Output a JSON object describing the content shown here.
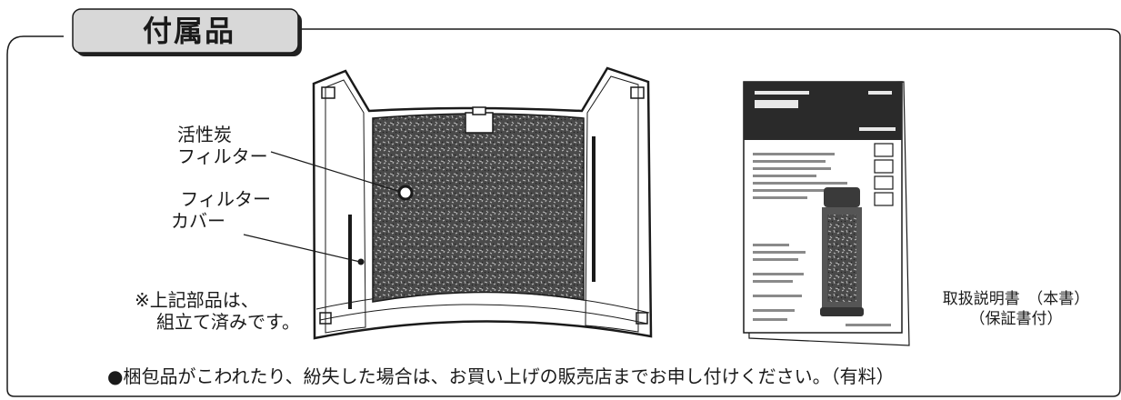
{
  "section": {
    "title": "付属品"
  },
  "filter": {
    "charcoal_label": [
      "活性炭",
      "フィルター"
    ],
    "cover_label": [
      "フィルター",
      "カバー"
    ],
    "note": [
      "※上記部品は、",
      "組立て済みです。"
    ]
  },
  "manual": {
    "caption": [
      "取扱説明書　（本書）",
      "（保証書付）"
    ]
  },
  "footer": {
    "note": "●梱包品がこわれたり、紛失した場合は、お買い上げの販売店までお申し付けください。（有料）"
  }
}
